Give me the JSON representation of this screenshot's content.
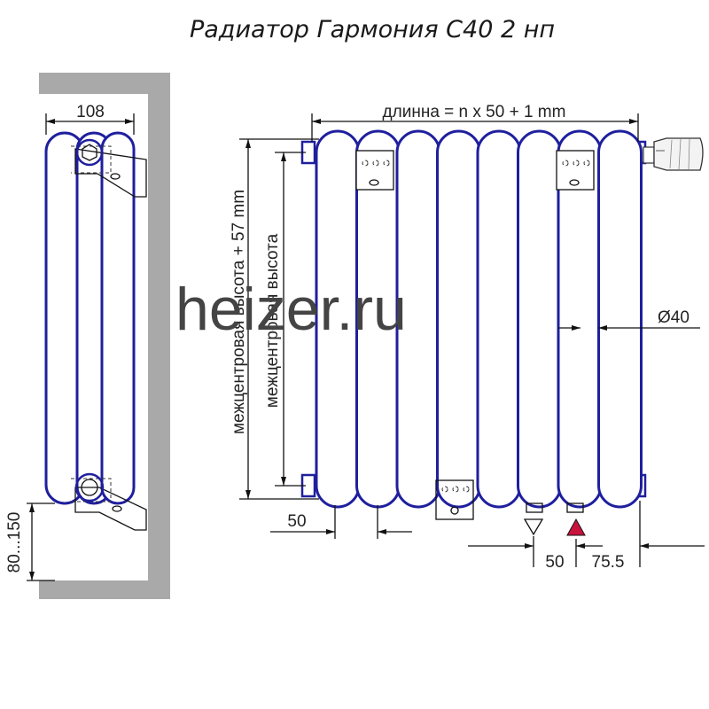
{
  "title": "Радиатор Гармония С40 2 нп",
  "watermark": "heizer.ru",
  "dimensions": {
    "depth": "108",
    "length": "длинна = n x 50 + 1 mm",
    "height_total": "межцентровая высота + 57 mm",
    "height_center": "межцентровая высота",
    "diameter": "Ø40",
    "section_pitch": "50",
    "outlet_spacing": "50",
    "outlet_offset": "75.5",
    "floor_gap": "80...150"
  },
  "colors": {
    "tube_outline": "#1f1f9e",
    "wall": "#a9a9a9",
    "inlet_marker": "#c8143c"
  },
  "sections_count": 8,
  "icons": [
    "thermostat-head-icon",
    "supply-arrow-icon",
    "return-arrow-icon"
  ]
}
